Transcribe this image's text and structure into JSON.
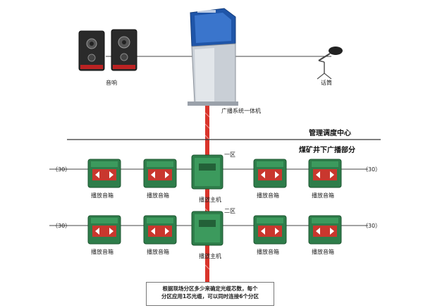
{
  "labels": {
    "speaker": "音响",
    "microphone": "话筒",
    "integrated_machine": "广播系统一体机",
    "management_center": "管理调度中心",
    "underground_section": "煤矿井下广播部分",
    "zone_one": "一区",
    "zone_two": "二区",
    "broadcast_speaker_box": "播放音箱",
    "broadcast_host": "播放主机",
    "line_count_left": "（30）",
    "line_count_right": "（30）"
  },
  "note": {
    "line1": "根据现场分区多少来确定光缆芯数，每个",
    "line2": "分区应用1芯光缆，可以同时连接6个分区"
  },
  "colors": {
    "fiber_red": "#d9342b",
    "box_green": "#2e7d4a",
    "kiosk_blue": "#1f55a8"
  }
}
